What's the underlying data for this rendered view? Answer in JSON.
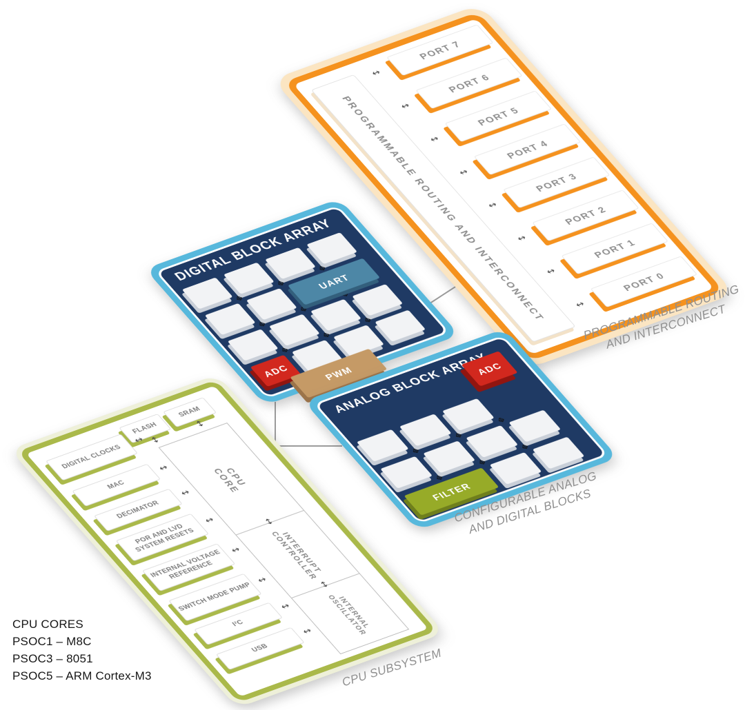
{
  "colors": {
    "routing_frame": "#f5921e",
    "routing_bg": "#fbe5c2",
    "array_outer": "#57b8dc",
    "array_navy": "#1f3a64",
    "cpu_olive": "#aab94a",
    "cpu_bg": "#eef0d9",
    "adc_red": "#d2281e",
    "uart_blue": "#4d87a6",
    "pwm_tan": "#c59a66",
    "filter_green": "#97ab28"
  },
  "routing": {
    "bar_label": "PROGRAMMABLE ROUTING AND INTERCONNECT",
    "ports": [
      "PORT 7",
      "PORT 6",
      "PORT 5",
      "PORT 4",
      "PORT 3",
      "PORT 2",
      "PORT 1",
      "PORT 0"
    ],
    "caption": [
      "PROGRAMMABLE ROUTING",
      "AND INTERCONNECT"
    ]
  },
  "digital_array": {
    "title": "DIGITAL BLOCK ARRAY",
    "uart": "UART",
    "adc": "ADC",
    "pwm": "PWM"
  },
  "analog_array": {
    "title": "ANALOG BLOCK ARRAY",
    "adc": "ADC",
    "filter": "FILTER",
    "caption": [
      "CONFIGURABLE ANALOG",
      "AND DIGITAL BLOCKS"
    ]
  },
  "cpu": {
    "top_blocks": [
      "FLASH",
      "SRAM"
    ],
    "left_blocks": [
      "DIGITAL CLOCKS",
      "MAC",
      "DECIMATOR",
      "POR AND LVD SYSTEM RESETS",
      "INTERNAL VOLTAGE REFERENCE",
      "SWITCH MODE PUMP",
      "I²C",
      "USB"
    ],
    "core_sections": [
      "CPU CORE",
      "INTERRUPT CONTROLLER",
      "INTERNAL OSCILLATOR"
    ],
    "caption": "CPU SUBSYSTEM"
  },
  "legend": [
    "CPU CORES",
    "PSOC1 – M8C",
    "PSOC3 – 8051",
    "PSOC5 – ARM Cortex-M3"
  ]
}
